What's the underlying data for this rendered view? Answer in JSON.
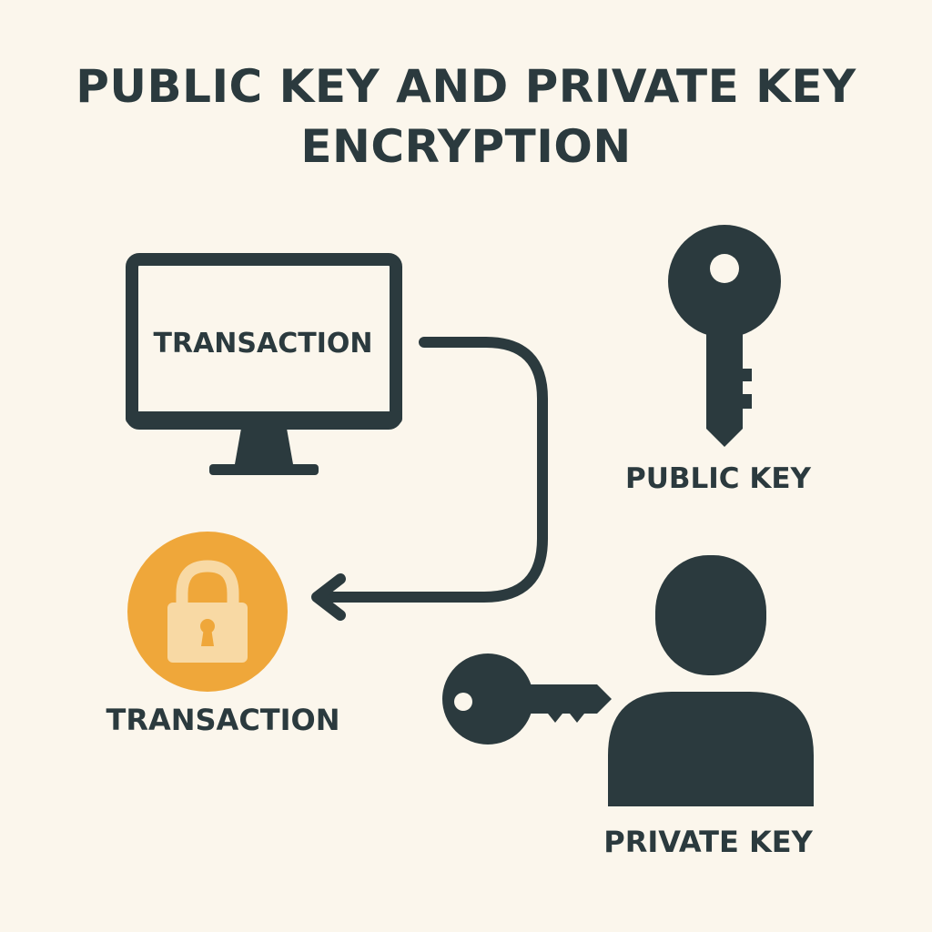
{
  "title": "PUBLIC KEY AND PRIVATE KEY ENCRYPTION",
  "nodes": {
    "computer": {
      "label": "TRANSACTION",
      "icon": "computer-monitor-icon"
    },
    "encrypted_transaction": {
      "label": "TRANSACTION",
      "icon": "padlock-icon"
    },
    "public_key": {
      "label": "PUBLIC KEY",
      "icon": "key-icon"
    },
    "private_key": {
      "label": "PRIVATE KEY",
      "icon": "person-icon",
      "secondary_icon": "key-icon"
    }
  },
  "colors": {
    "background": "#FBF6EC",
    "ink": "#2B3A3E",
    "accent": "#EFA73A",
    "accent_light": "#F8D9A4"
  }
}
